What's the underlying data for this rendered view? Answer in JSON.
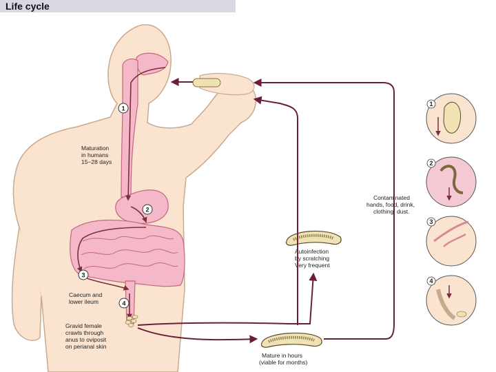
{
  "title": "Life cycle",
  "colors": {
    "skin": "#fbe4cf",
    "skin_outline": "#c7a98e",
    "gut": "#f4b8c8",
    "arrow": "#6b1e3a",
    "egg": "#efe2b4"
  },
  "steps": {
    "s1": "1",
    "s2": "2",
    "s3": "3",
    "s4": "4"
  },
  "labels": {
    "maturation": [
      "Maturation",
      "in humans",
      "15−28 days"
    ],
    "caecum": [
      "Caecum and",
      "lower ileum"
    ],
    "gravid": [
      "Gravid female",
      "crawls through",
      "anus to oviposit",
      "on perianal skin"
    ],
    "autoinfection": [
      "Autoinfection",
      "by scratching",
      "Very frequent"
    ],
    "mature": [
      "Mature in hours",
      "(viable for months)"
    ],
    "contaminated": [
      "Contaminated",
      "hands, food, drink,",
      "clothing, dust."
    ]
  },
  "inset_steps": [
    "1",
    "2",
    "3",
    "4"
  ]
}
